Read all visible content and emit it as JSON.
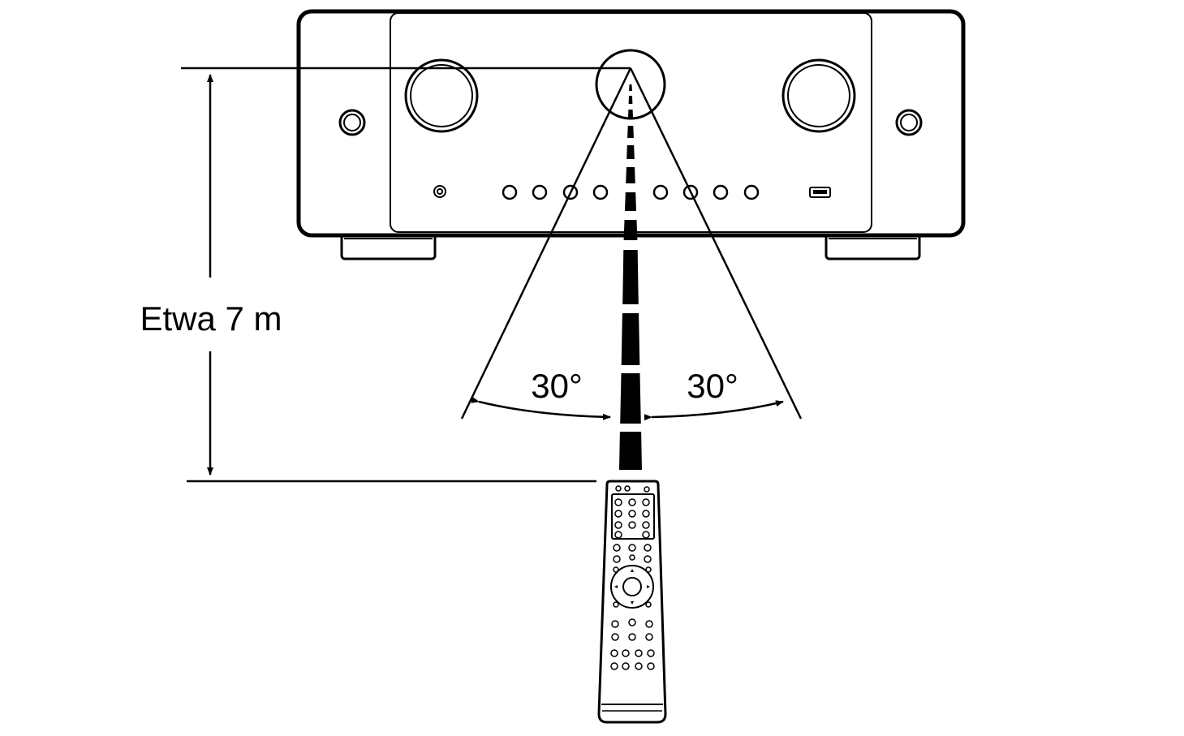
{
  "distance_label": "Etwa 7 m",
  "angle_left_label": "30°",
  "angle_right_label": "30°"
}
